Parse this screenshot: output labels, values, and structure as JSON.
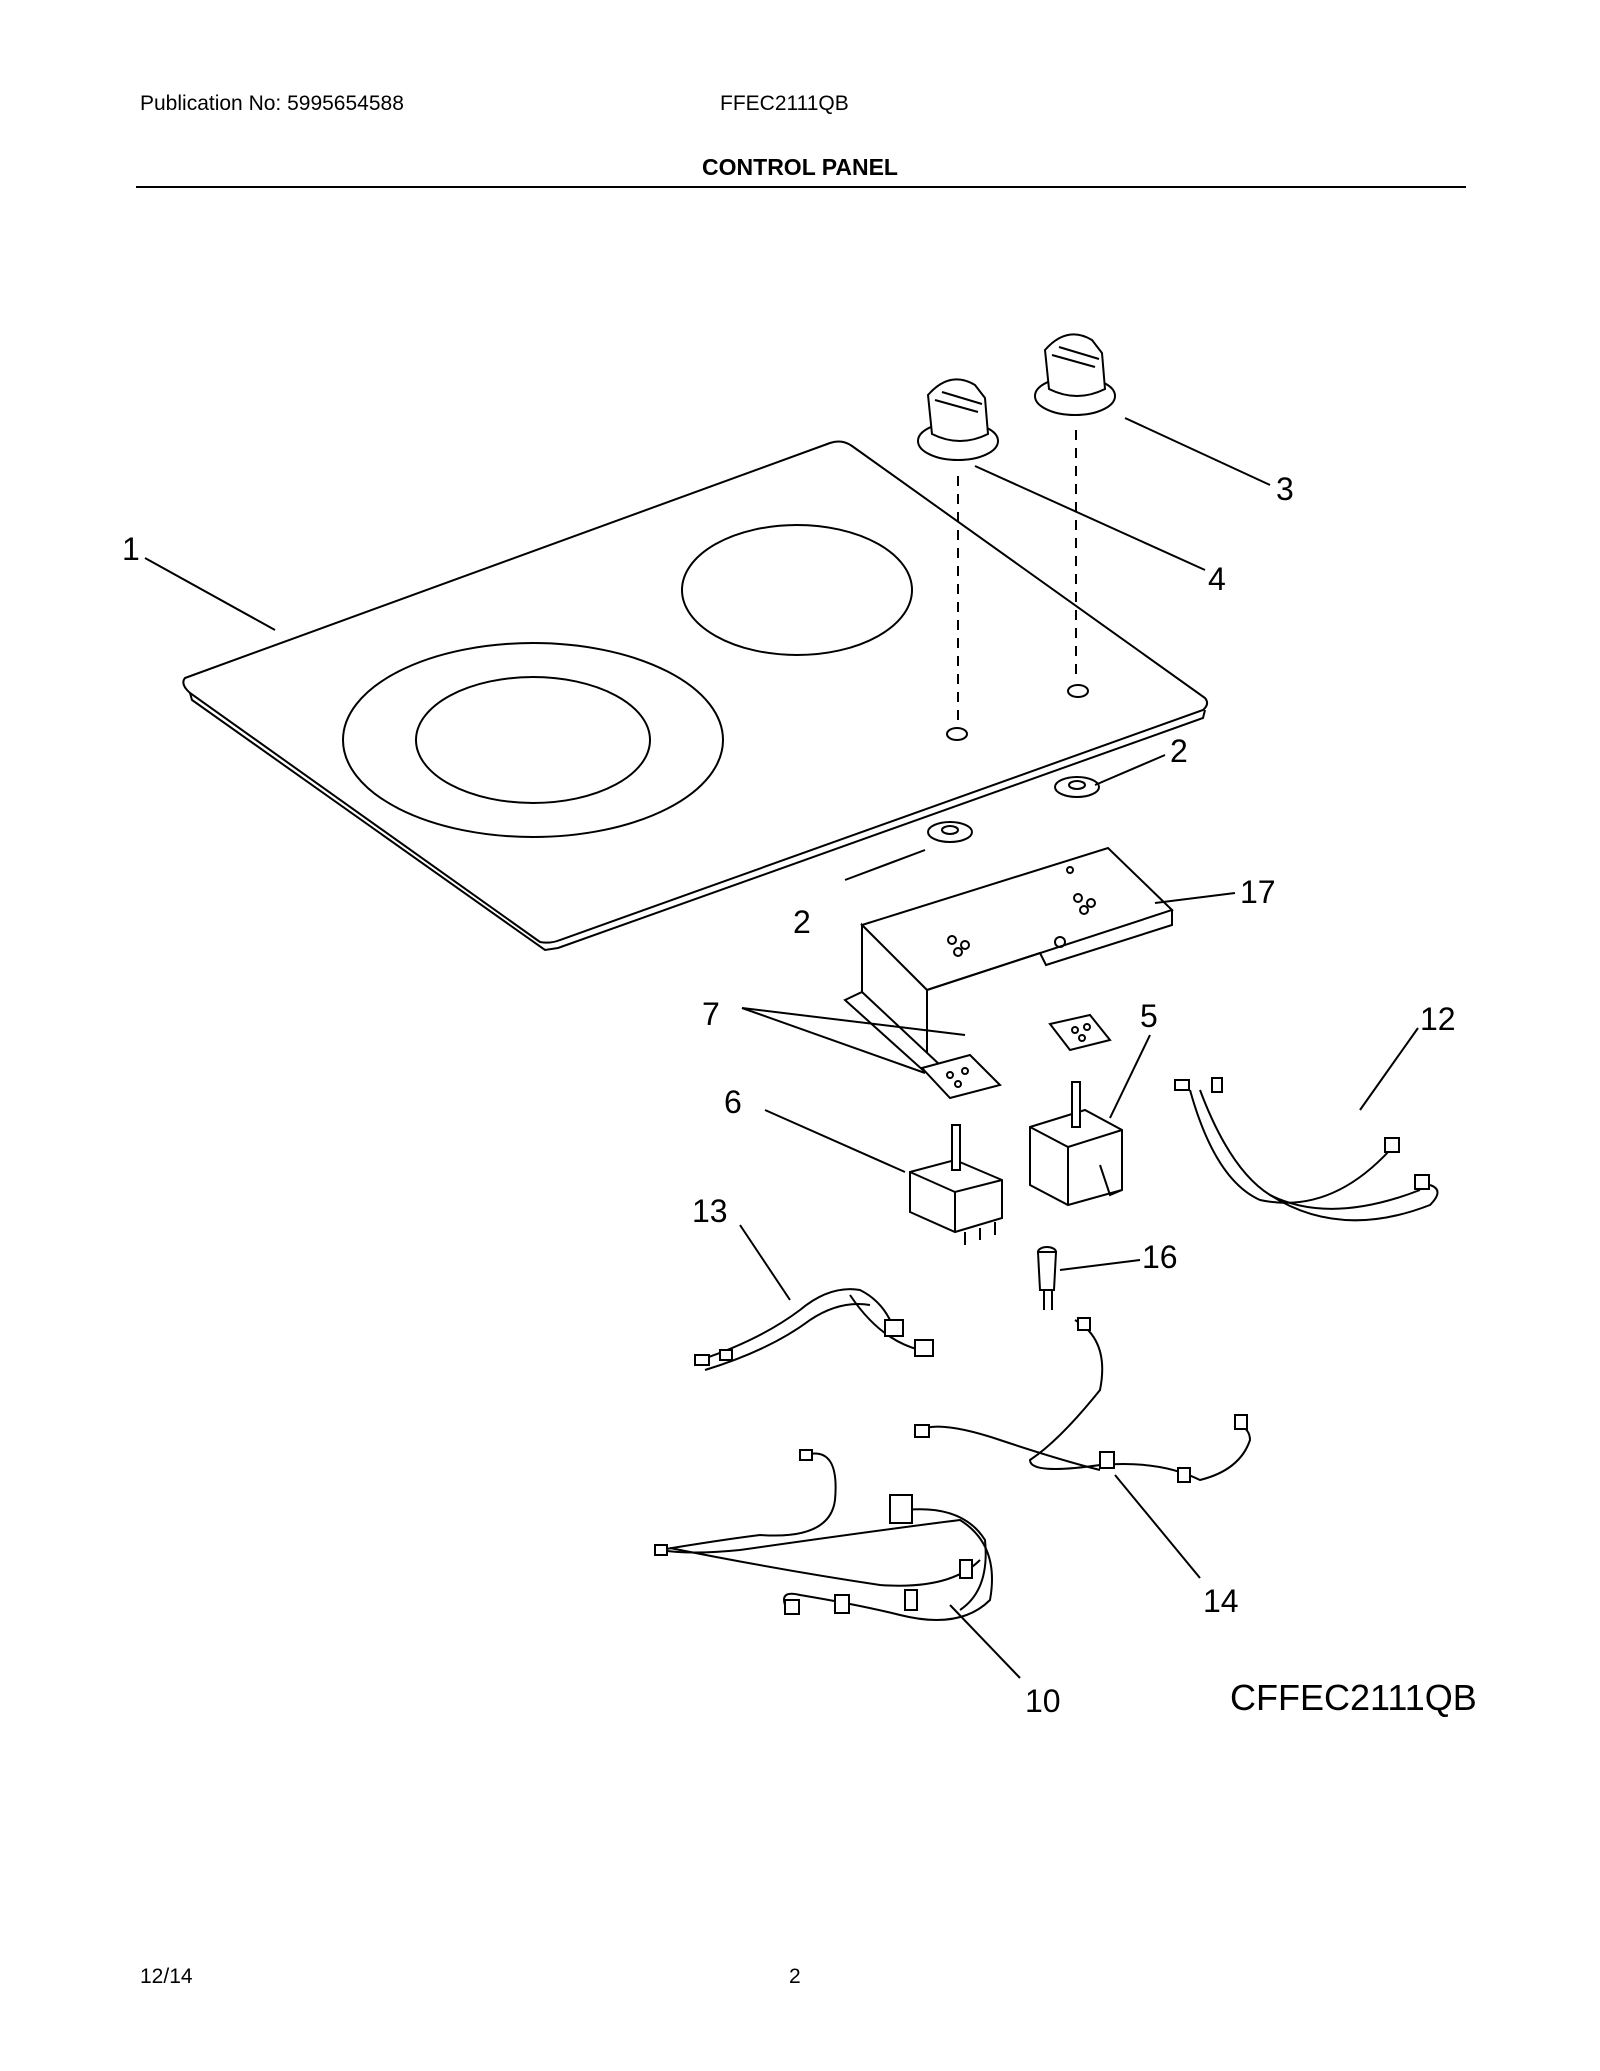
{
  "header": {
    "publication": "Publication No:  5995654588",
    "model": "FFEC2111QB",
    "section_title": "CONTROL PANEL"
  },
  "diagram": {
    "art_number": "CFFEC2111QB",
    "callouts": [
      {
        "id": "c1",
        "label": "1"
      },
      {
        "id": "c2a",
        "label": "2"
      },
      {
        "id": "c2b",
        "label": "2"
      },
      {
        "id": "c3",
        "label": "3"
      },
      {
        "id": "c4",
        "label": "4"
      },
      {
        "id": "c5",
        "label": "5"
      },
      {
        "id": "c6",
        "label": "6"
      },
      {
        "id": "c7",
        "label": "7"
      },
      {
        "id": "c10",
        "label": "10"
      },
      {
        "id": "c12",
        "label": "12"
      },
      {
        "id": "c13",
        "label": "13"
      },
      {
        "id": "c14",
        "label": "14"
      },
      {
        "id": "c16",
        "label": "16"
      },
      {
        "id": "c17",
        "label": "17"
      }
    ]
  },
  "footer": {
    "date": "12/14",
    "page": "2"
  }
}
